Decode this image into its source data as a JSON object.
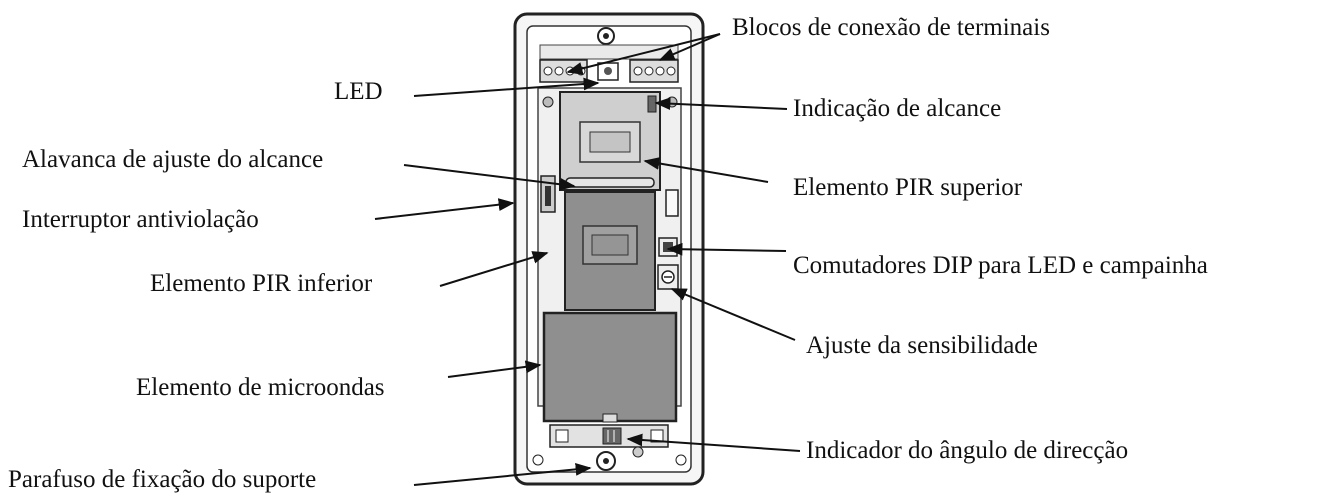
{
  "labels": {
    "terminal_blocks": "Blocos de conexão de terminais",
    "led": "LED",
    "range_indication": "Indicação de alcance",
    "range_lever": "Alavanca de ajuste do alcance",
    "upper_pir": "Elemento PIR superior",
    "tamper_switch": "Interruptor antiviolação",
    "dip_switches": "Comutadores DIP para LED e campainha",
    "lower_pir": "Elemento PIR inferior",
    "sensitivity": "Ajuste da sensibilidade",
    "microwave": "Elemento de microondas",
    "direction_indicator": "Indicador do ângulo de direcção",
    "bracket_screw": "Parafuso de fixação do suporte"
  },
  "colors": {
    "line": "#111111",
    "panel_gray": "#8f8f8f",
    "upper_pir_fill": "#cfcfcf",
    "housing": "#f4f4f4"
  }
}
